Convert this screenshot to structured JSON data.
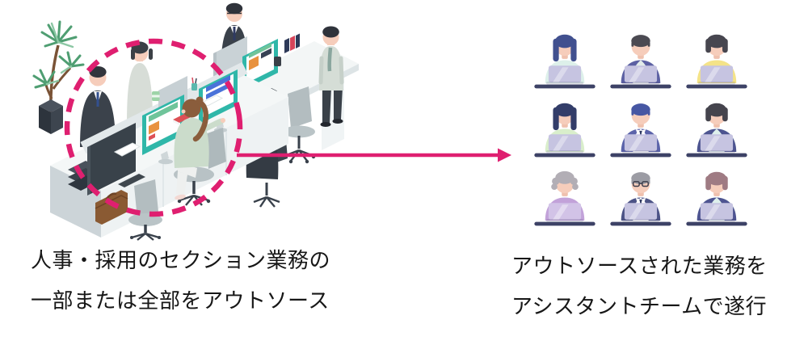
{
  "accent_color": "#df1f70",
  "left_panel": {
    "caption": {
      "line1": "人事・採用のセクション業務の",
      "line2": "一部または全部をアウトソース"
    }
  },
  "connector": {
    "type": "arrow-right"
  },
  "right_panel": {
    "caption": {
      "line1": "アウトソースされた業務を",
      "line2": "アシスタントチームで遂行"
    },
    "members": [
      {
        "hair": "long",
        "hairColor": "#41508f",
        "shirt": "#ddf0ea"
      },
      {
        "hair": "short",
        "hairColor": "#4b4a52",
        "shirt": "#e2ebe9",
        "jacket": "#5c60a3"
      },
      {
        "hair": "bob",
        "hairColor": "#47464f",
        "shirt": "#f4e388"
      },
      {
        "hair": "long",
        "hairColor": "#333d69",
        "shirt": "#d9eecb"
      },
      {
        "hair": "short",
        "hairColor": "#4757a3",
        "shirt": "#ffffff",
        "jacket": "#5b63aa",
        "tie": "#2f3a63"
      },
      {
        "hair": "bob",
        "hairColor": "#45444d",
        "shirt": "#def0ec",
        "jacket": "#4d5490"
      },
      {
        "hair": "elder",
        "hairColor": "#b2aeb5",
        "shirt": "#c2a2d9",
        "laptop": "#d2c3e7"
      },
      {
        "hair": "short",
        "hairColor": "#9c9ca4",
        "shirt": "#ffffff",
        "jacket": "#4c5386",
        "tie": "#2e3860",
        "glasses": true
      },
      {
        "hair": "bob",
        "hairColor": "#9f7b83",
        "shirt": "#def0ec",
        "jacket": "#4e5491"
      }
    ]
  }
}
